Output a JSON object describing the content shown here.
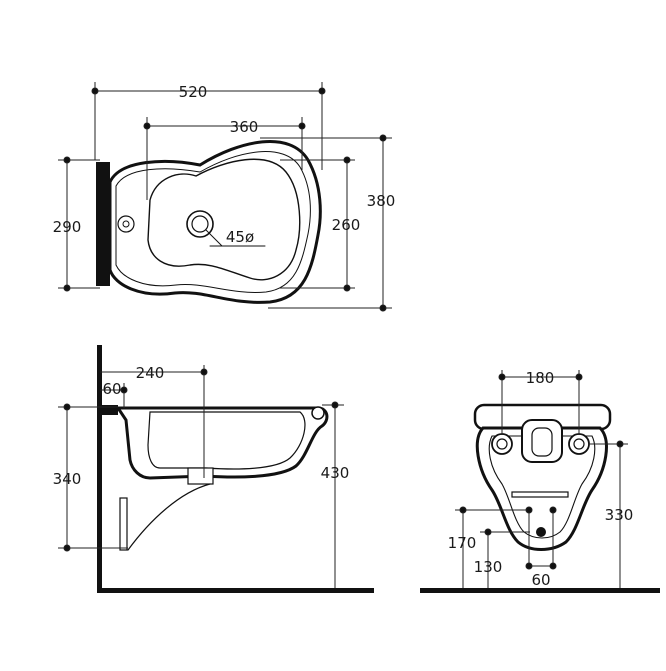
{
  "colors": {
    "line": "#111111",
    "dim": "#222222",
    "background": "#ffffff"
  },
  "top_view": {
    "dims": {
      "overall_length": "520",
      "bowl_length": "360",
      "overall_depth": "380",
      "bowl_depth": "260",
      "mount_depth": "290",
      "tap_hole": "45ø"
    }
  },
  "side_view": {
    "dims": {
      "drain_offset": "240",
      "wall_thickness": "60",
      "body_height": "340",
      "rim_height": "430"
    }
  },
  "front_view": {
    "dims": {
      "fixing_spacing": "180",
      "fixing_height": "330",
      "supply_height": "170",
      "waste_height": "130",
      "inlet_spacing": "60"
    }
  }
}
